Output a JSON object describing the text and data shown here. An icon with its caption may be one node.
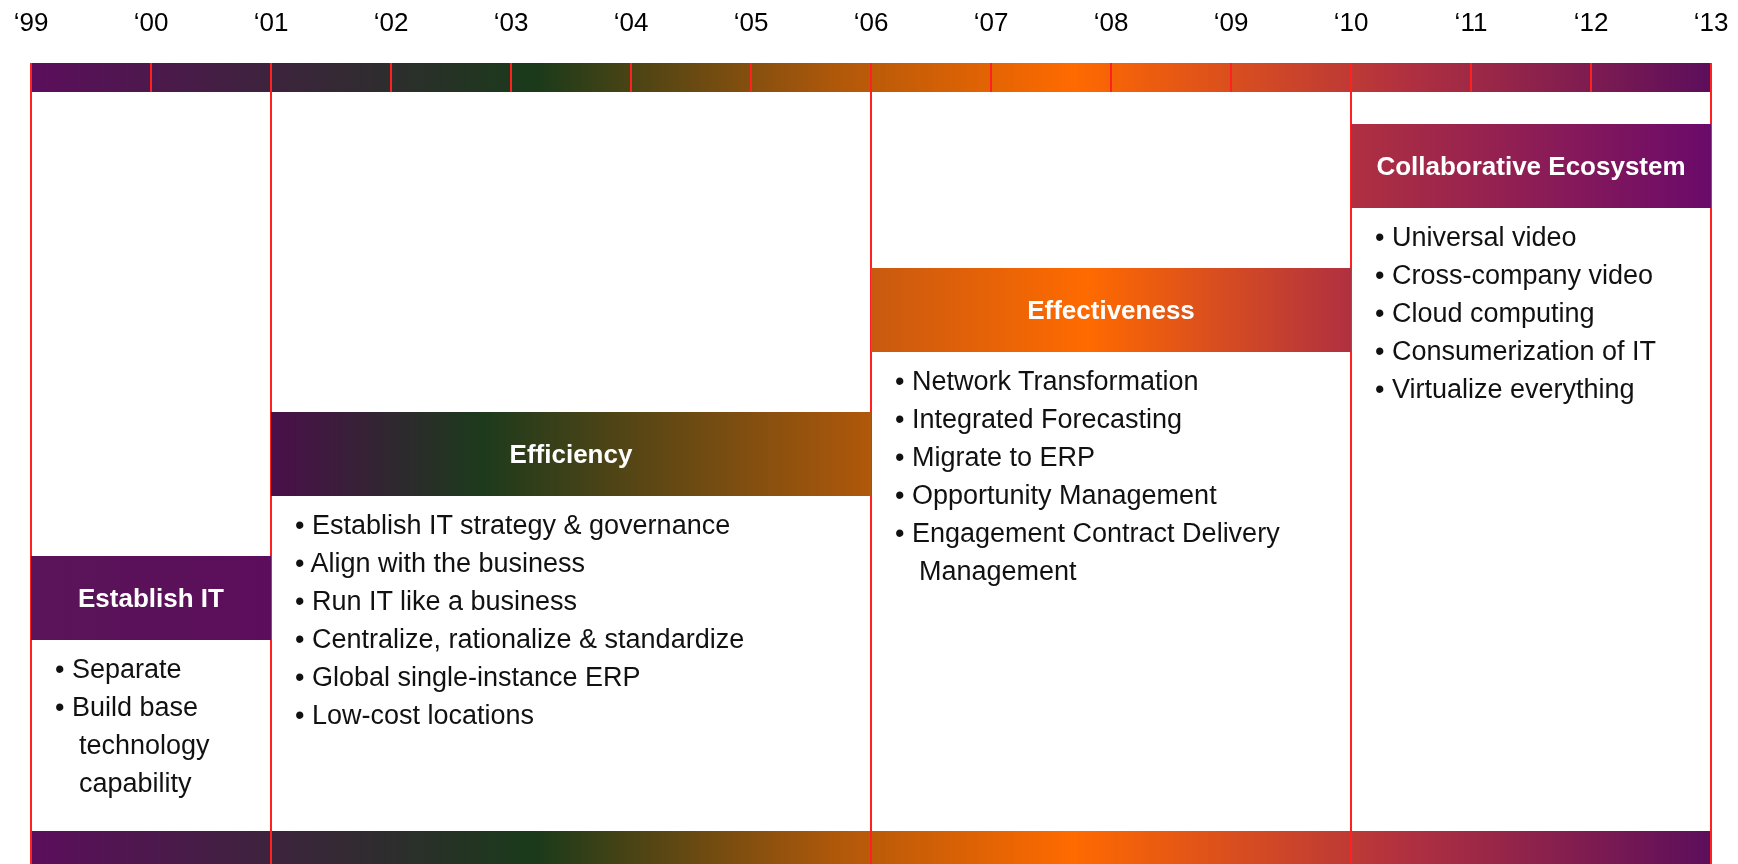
{
  "diagram": {
    "nodes": [
      {
        "text": [
          "Establish IT"
        ],
        "beside": [
          "• Separate",
          "• Build base technology capability"
        ]
      },
      {
        "text": [
          "Efficiency"
        ],
        "beside": [
          "• Establish IT strategy & governance",
          "• Align with the business",
          "• Run IT like a business",
          "• Centralize, rationalize & standardize",
          "• Global single-instance ERP",
          "• Low-cost locations"
        ]
      },
      {
        "text": [
          "Effectiveness"
        ],
        "beside": [
          "• Network Transformation",
          "• Integrated Forecasting",
          "• Migrate to ERP",
          "• Opportunity Management",
          "• Engagement Contract Delivery Management"
        ]
      },
      {
        "text": [
          "Collaborative Ecosystem"
        ],
        "beside": [
          "• Universal video",
          "• Cross-company video",
          "• Cloud computing",
          "• Consumerization of IT",
          "• Virtualize everything"
        ]
      },
      {
        "text": [],
        "shape": "bar"
      },
      {
        "text": [],
        "shape": "bar"
      }
    ],
    "labels": [
      "‘99",
      "‘00",
      "‘01",
      "‘02",
      "‘03",
      "‘04",
      "‘05",
      "‘06",
      "‘07",
      "‘08",
      "‘09",
      "‘10",
      "‘11",
      "‘12",
      "‘13"
    ]
  }
}
